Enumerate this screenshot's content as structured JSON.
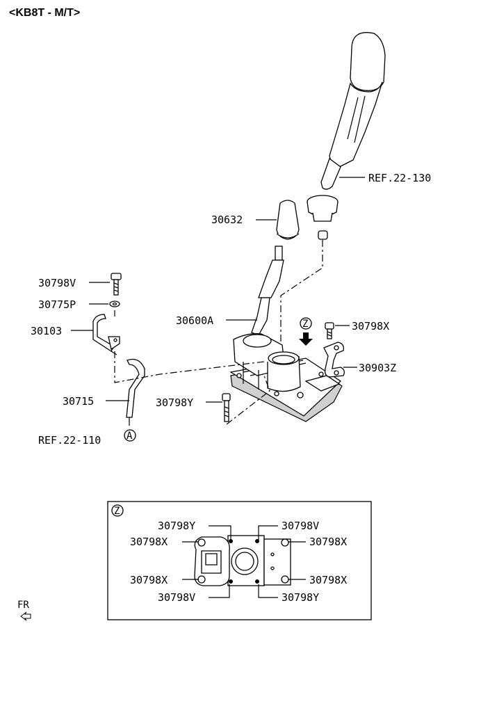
{
  "title": "<KB8T - M/T>",
  "labels": {
    "ref_22_130": "REF.22-130",
    "p30632": "30632",
    "p30798v": "30798V",
    "p30775p": "30775P",
    "p30103": "30103",
    "p30600a": "30600A",
    "view_z": "Z",
    "p30798x": "30798X",
    "p30903z": "30903Z",
    "p30715": "30715",
    "p30798y": "30798Y",
    "ref_22_110": "REF.22-110",
    "circle_a": "A"
  },
  "detail": {
    "view_label": "Z",
    "tl_y": "30798Y",
    "tr_v": "30798V",
    "ml_x": "30798X",
    "mr_x": "30798X",
    "bl_x": "30798X",
    "br_x": "30798X",
    "bl_v": "30798V",
    "br_y": "30798Y"
  },
  "fr_label": "FR"
}
